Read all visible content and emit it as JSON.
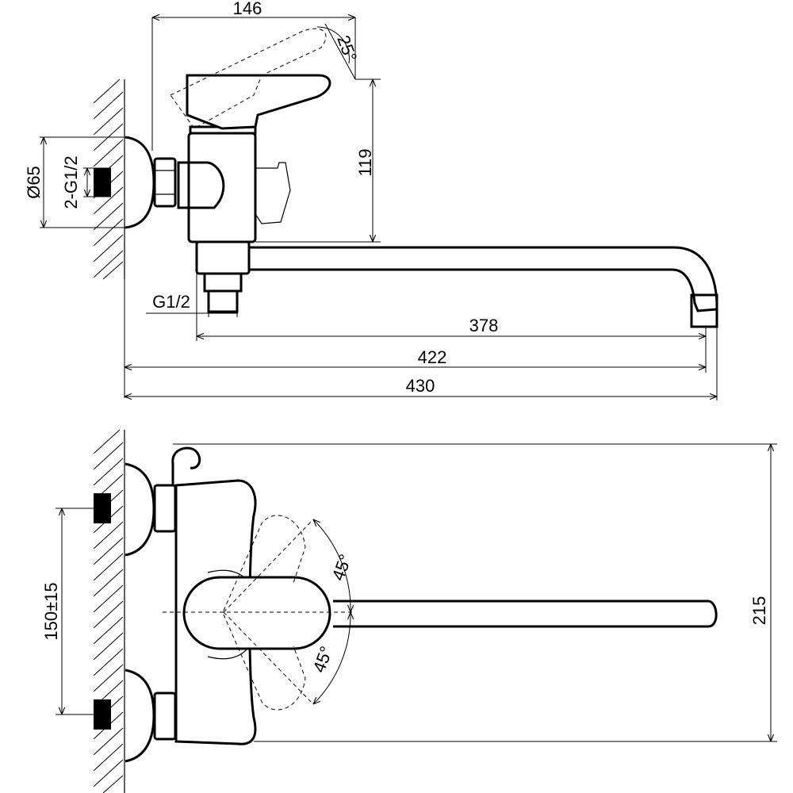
{
  "side_view": {
    "width_top": "146",
    "handle_tilt": "25°",
    "height_body": "119",
    "flange_diameter": "Ø65",
    "inlet_thread": "2-G1/2",
    "outlet_thread": "G1/2",
    "spout_reach": "378",
    "length_mid": "422",
    "length_total": "430"
  },
  "top_view": {
    "inlet_spacing": "150±15",
    "rotation_upper": "45°",
    "rotation_lower": "45°",
    "total_height": "215"
  }
}
